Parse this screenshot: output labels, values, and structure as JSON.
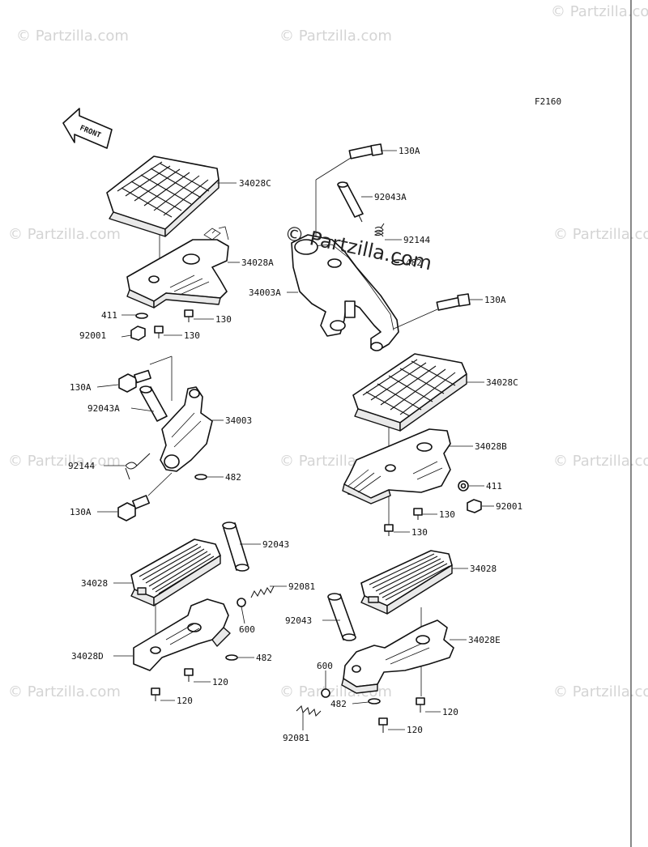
{
  "figure_code": "F2160",
  "front_arrow_label": "FRONT",
  "watermarks": {
    "small": "© Partzilla.com",
    "center": "© Partzilla.com"
  },
  "labels": {
    "upper_left": {
      "pad": "34028C",
      "bracket": "34028A",
      "washer": "411",
      "bolt_a": "130",
      "bolt_b": "130",
      "nut": "92001"
    },
    "upper_right": {
      "bolt_top": "130A",
      "pin": "92043A",
      "spring": "92144",
      "cotter": "482",
      "bracket": "34003A",
      "bolt_bottom": "130A"
    },
    "middle_left": {
      "bolt_top": "130A",
      "pin": "92043A",
      "bracket": "34003",
      "spring": "92144",
      "cotter": "482",
      "bolt_bottom": "130A"
    },
    "middle_right": {
      "pad": "34028C",
      "bracket": "34028B",
      "washer": "411",
      "bolt_a": "130",
      "nut": "92001",
      "bolt_b": "130"
    },
    "lower_left": {
      "pin": "92043",
      "pad": "34028",
      "spring": "92081",
      "ball": "600",
      "bracket": "34028D",
      "cotter": "482",
      "bolt_a": "120",
      "bolt_b": "120"
    },
    "lower_right": {
      "pad": "34028",
      "pin": "92043",
      "bracket": "34028E",
      "ball": "600",
      "cotter": "482",
      "bolt_a": "120",
      "bolt_b": "120",
      "spring": "92081"
    }
  }
}
